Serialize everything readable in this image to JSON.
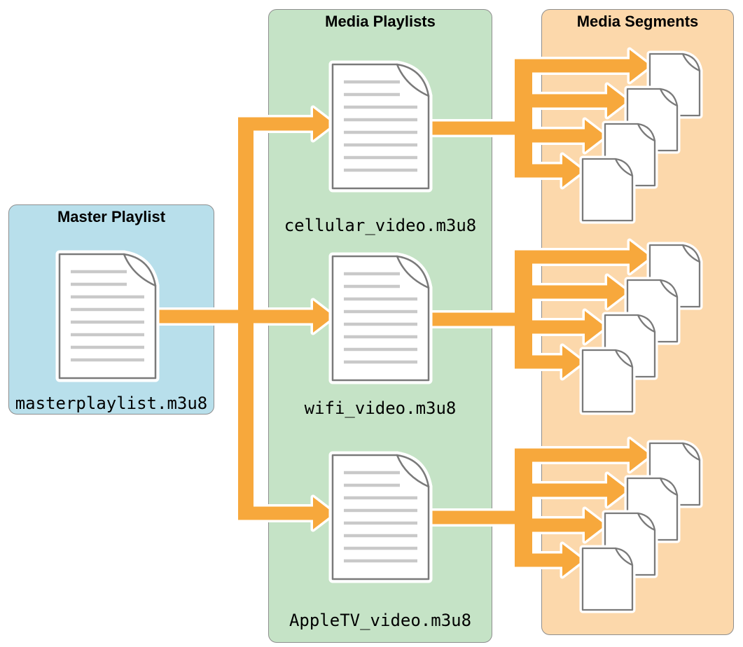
{
  "panels": {
    "master": {
      "title": "Master Playlist",
      "file": "masterplaylist.m3u8",
      "fill": "#b8dfeb"
    },
    "playlists": {
      "title": "Media Playlists",
      "files": [
        "cellular_video.m3u8",
        "wifi_video.m3u8",
        "AppleTV_video.m3u8"
      ],
      "fill": "#c5e3c6"
    },
    "segments": {
      "title": "Media Segments",
      "fill": "#fcd8ab",
      "group_count": 3,
      "documents_per_group": 4
    }
  },
  "colors": {
    "arrow": "#f7a83c",
    "panel_border": "#8e8e8e",
    "document_border": "#7a7a7a",
    "document_lines": "#c9c9c9",
    "title_text": "#000000"
  }
}
